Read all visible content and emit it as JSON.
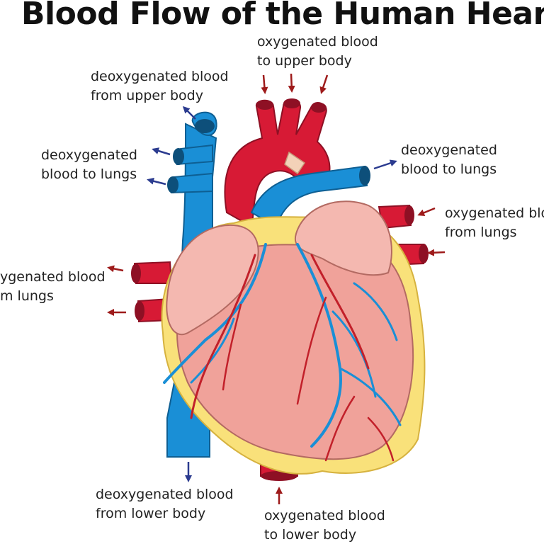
{
  "title": "Blood  Flow  of the Human Heart",
  "colors": {
    "oxygenated": "#d71a35",
    "deoxygenated": "#1a8fd6",
    "heart_muscle": "#f0a29a",
    "fat": "#f9e17a",
    "arrow_oxygenated": "#9e1b1b",
    "arrow_deoxygenated": "#2b3b8f"
  },
  "labels": {
    "ox_upper_body": [
      "oxygenated blood",
      "to upper body"
    ],
    "deox_from_upper_body": [
      "deoxygenated blood",
      "from upper body"
    ],
    "deox_to_lungs_left": [
      "deoxygenated",
      "blood to lungs"
    ],
    "deox_to_lungs_right": [
      "deoxygenated",
      "blood to lungs"
    ],
    "ox_from_lungs_right": [
      "oxygenated blo",
      "from lungs"
    ],
    "ox_from_lungs_left": [
      "ygenated blood",
      "m lungs"
    ],
    "deox_from_lower_body": [
      "deoxygenated blood",
      "from lower body"
    ],
    "ox_lower_body": [
      "oxygenated blood",
      "to lower body"
    ]
  }
}
